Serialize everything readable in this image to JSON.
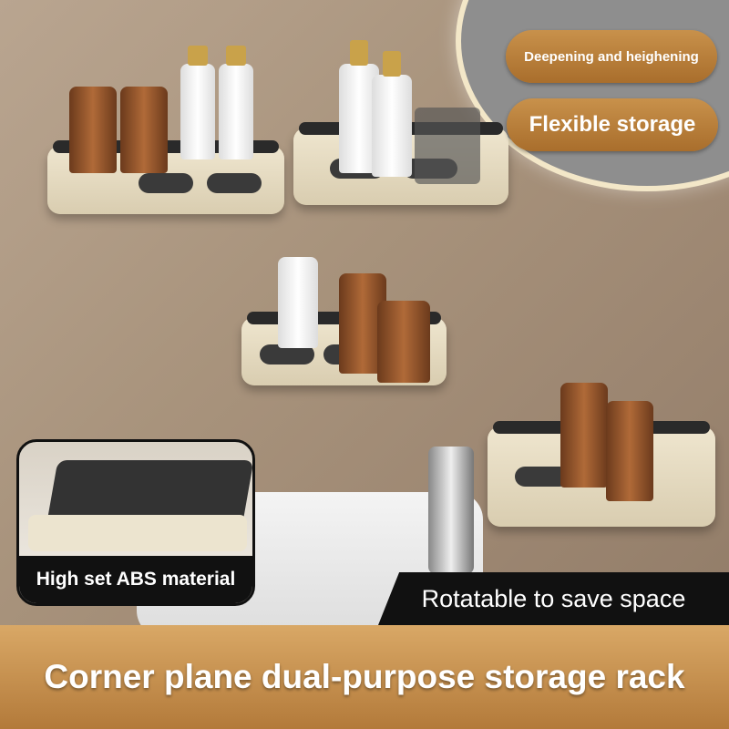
{
  "labels": {
    "top_badge": "Deepening and heighening",
    "flex_badge": "Flexible storage",
    "inset_label": "High set ABS material",
    "rotate_label": "Rotatable to save space",
    "headline": "Corner plane dual-purpose storage rack"
  },
  "colors": {
    "accent_gold": "#b37a3a",
    "label_black": "#111111",
    "shelf_cream": "#efe6cf"
  }
}
